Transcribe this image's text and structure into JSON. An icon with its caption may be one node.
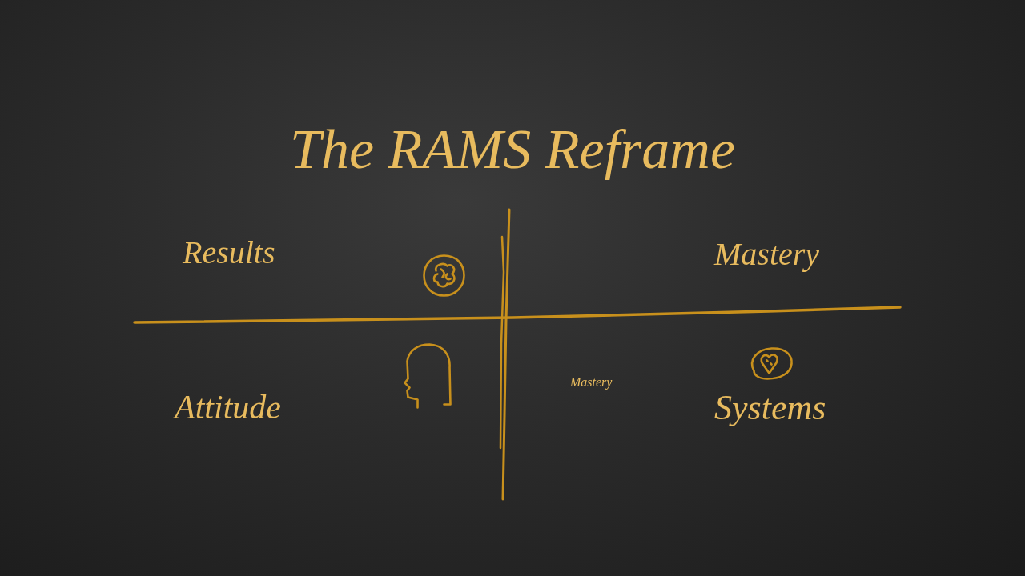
{
  "diagram": {
    "title": "The RAMS Reframe",
    "labels": [
      "Results",
      "Mastery",
      "Attitude",
      "Mastery",
      "Systems"
    ]
  }
}
